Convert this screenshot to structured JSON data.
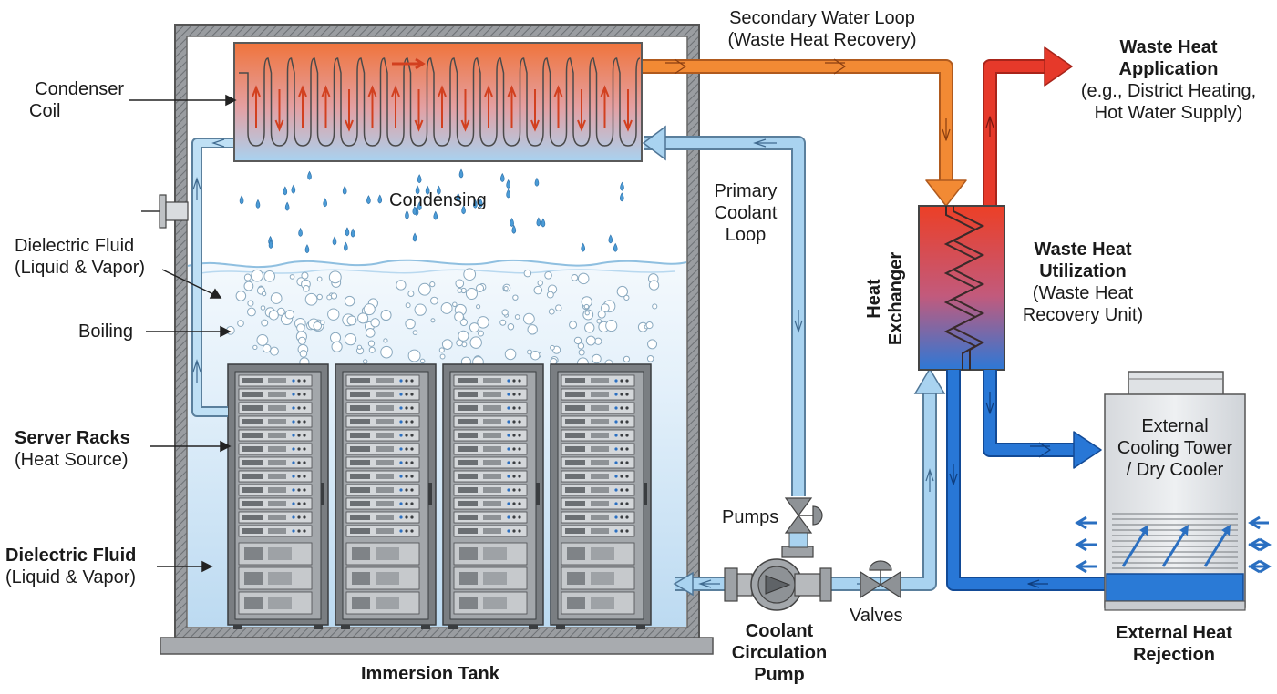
{
  "labels": {
    "condenser_coil": [
      "Condenser",
      "Coil"
    ],
    "dielectric_top": [
      "Dielectric Fluid",
      "(Liquid & Vapor)"
    ],
    "boiling": "Boiling",
    "server_racks": [
      "Server Racks",
      "(Heat Source)"
    ],
    "dielectric_bottom": [
      "Dielectric Fluid",
      "(Liquid & Vapor)"
    ],
    "condensing": "Condensing",
    "immersion_tank": "Immersion Tank",
    "secondary_loop": [
      "Secondary Water Loop",
      "(Waste Heat Recovery)"
    ],
    "primary_loop": [
      "Primary",
      "Coolant",
      "Loop"
    ],
    "pumps": "Pumps",
    "coolant_pump": [
      "Coolant",
      "Circulation",
      "Pump"
    ],
    "valves": "Valves",
    "heat_exchanger": [
      "Heat",
      "Exchanger"
    ],
    "waste_heat_utilization": [
      "Waste Heat",
      "Utilization",
      "(Waste Heat",
      "Recovery Unit)"
    ],
    "waste_heat_application": [
      "Waste Heat",
      "Application",
      "(e.g., District Heating,",
      "Hot Water Supply)"
    ],
    "cooling_tower": [
      "External",
      "Cooling Tower",
      "/ Dry Cooler"
    ],
    "external_rejection": [
      "External Heat",
      "Rejection"
    ]
  },
  "colors": {
    "hot": "#e8432a",
    "hot_light": "#f59a3c",
    "cold": "#1f6fd1",
    "coolant": "#a9d3f0",
    "tank_fluid": "#cfe6f6",
    "rack": "#6b6f73"
  },
  "counts": {
    "racks": 4,
    "server_units_per_rack": 12
  }
}
